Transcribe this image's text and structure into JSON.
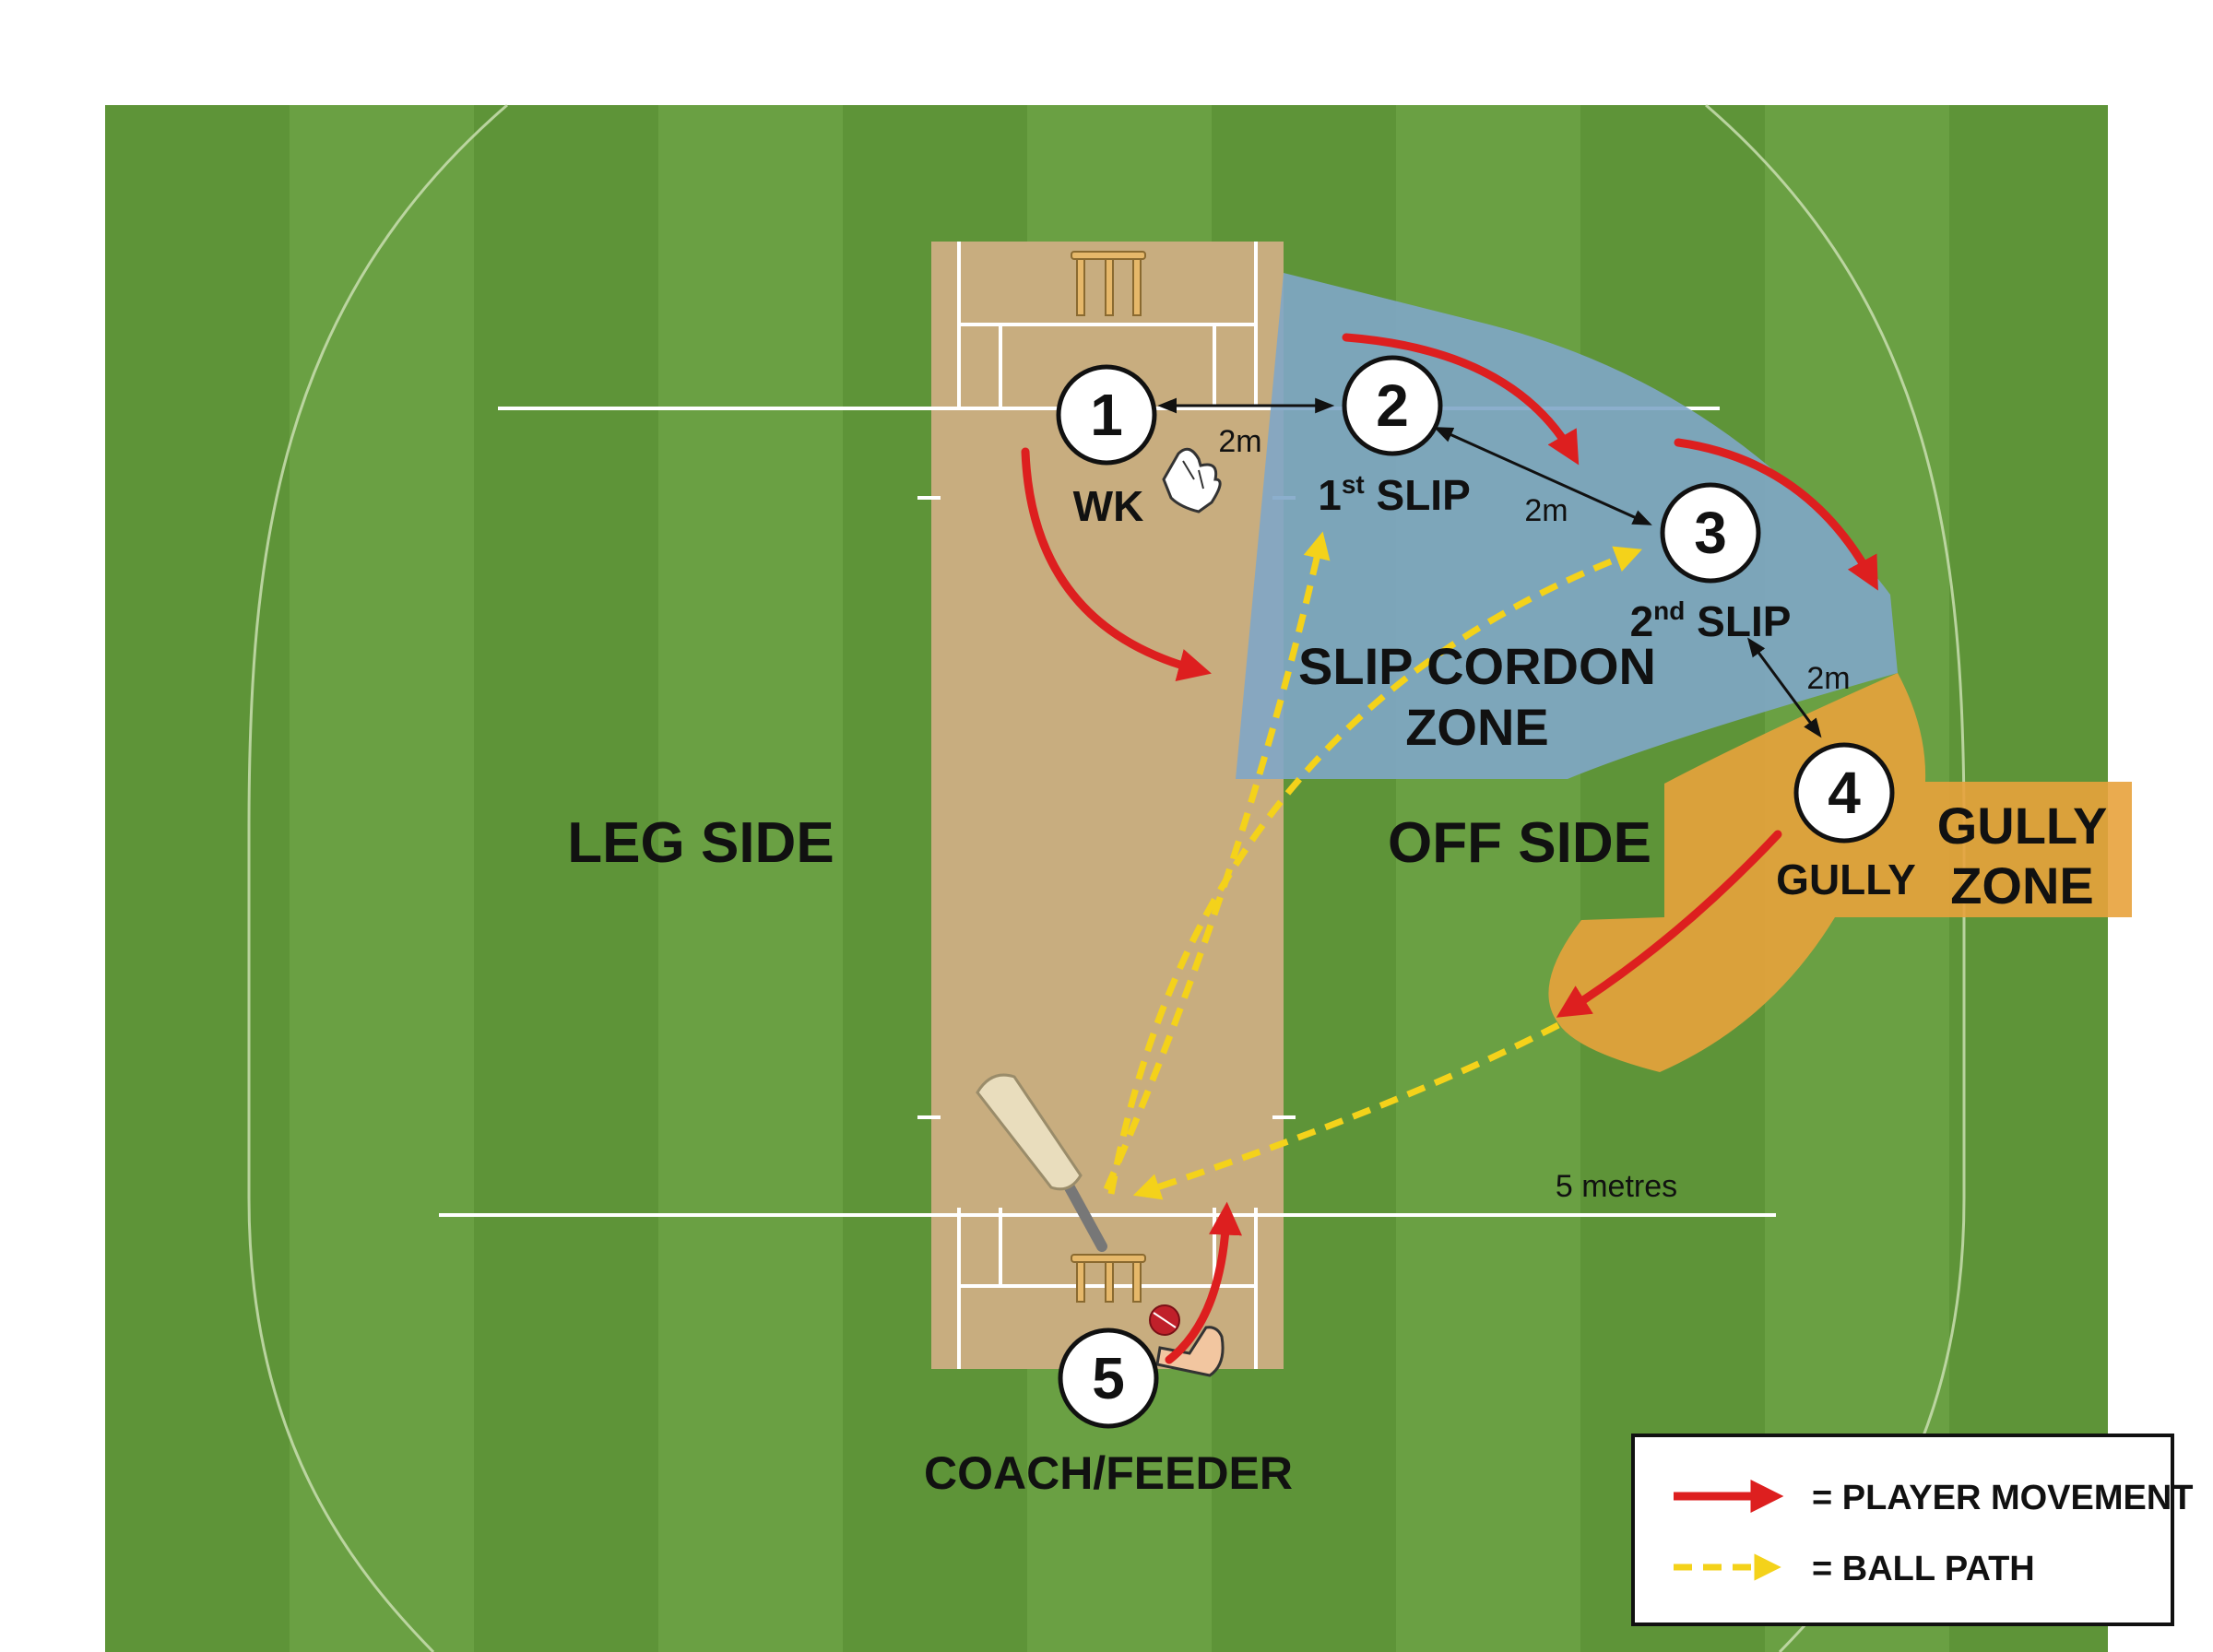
{
  "colors": {
    "grass_light": "#6aa043",
    "grass_dark": "#5e9438",
    "pitch": "#c8ad7f",
    "slip_zone": "#7fa6c8",
    "gully_zone": "#e8a23c",
    "player_movement": "#dd1f1f",
    "ball_path": "#f4d21a"
  },
  "players": [
    {
      "number": "1",
      "label": "WK",
      "sup": ""
    },
    {
      "number": "2",
      "label": "1",
      "sup": "st",
      "rest": " SLIP"
    },
    {
      "number": "3",
      "label": "2",
      "sup": "nd",
      "rest": " SLIP"
    },
    {
      "number": "4",
      "label": "GULLY",
      "sup": ""
    },
    {
      "number": "5",
      "label": "COACH/FEEDER",
      "sup": ""
    }
  ],
  "distances": {
    "wk_slip1": "2m",
    "slip1_slip2": "2m",
    "slip2_gully": "2m"
  },
  "zones": {
    "slip_cordon_line1": "SLIP CORDON",
    "slip_cordon_line2": "ZONE",
    "gully_line1": "GULLY",
    "gully_line2": "ZONE"
  },
  "sides": {
    "leg": "LEG SIDE",
    "off": "OFF SIDE"
  },
  "scale_label": "5 metres",
  "legend": {
    "player_movement": "= PLAYER MOVEMENT",
    "ball_path": "= BALL PATH"
  }
}
